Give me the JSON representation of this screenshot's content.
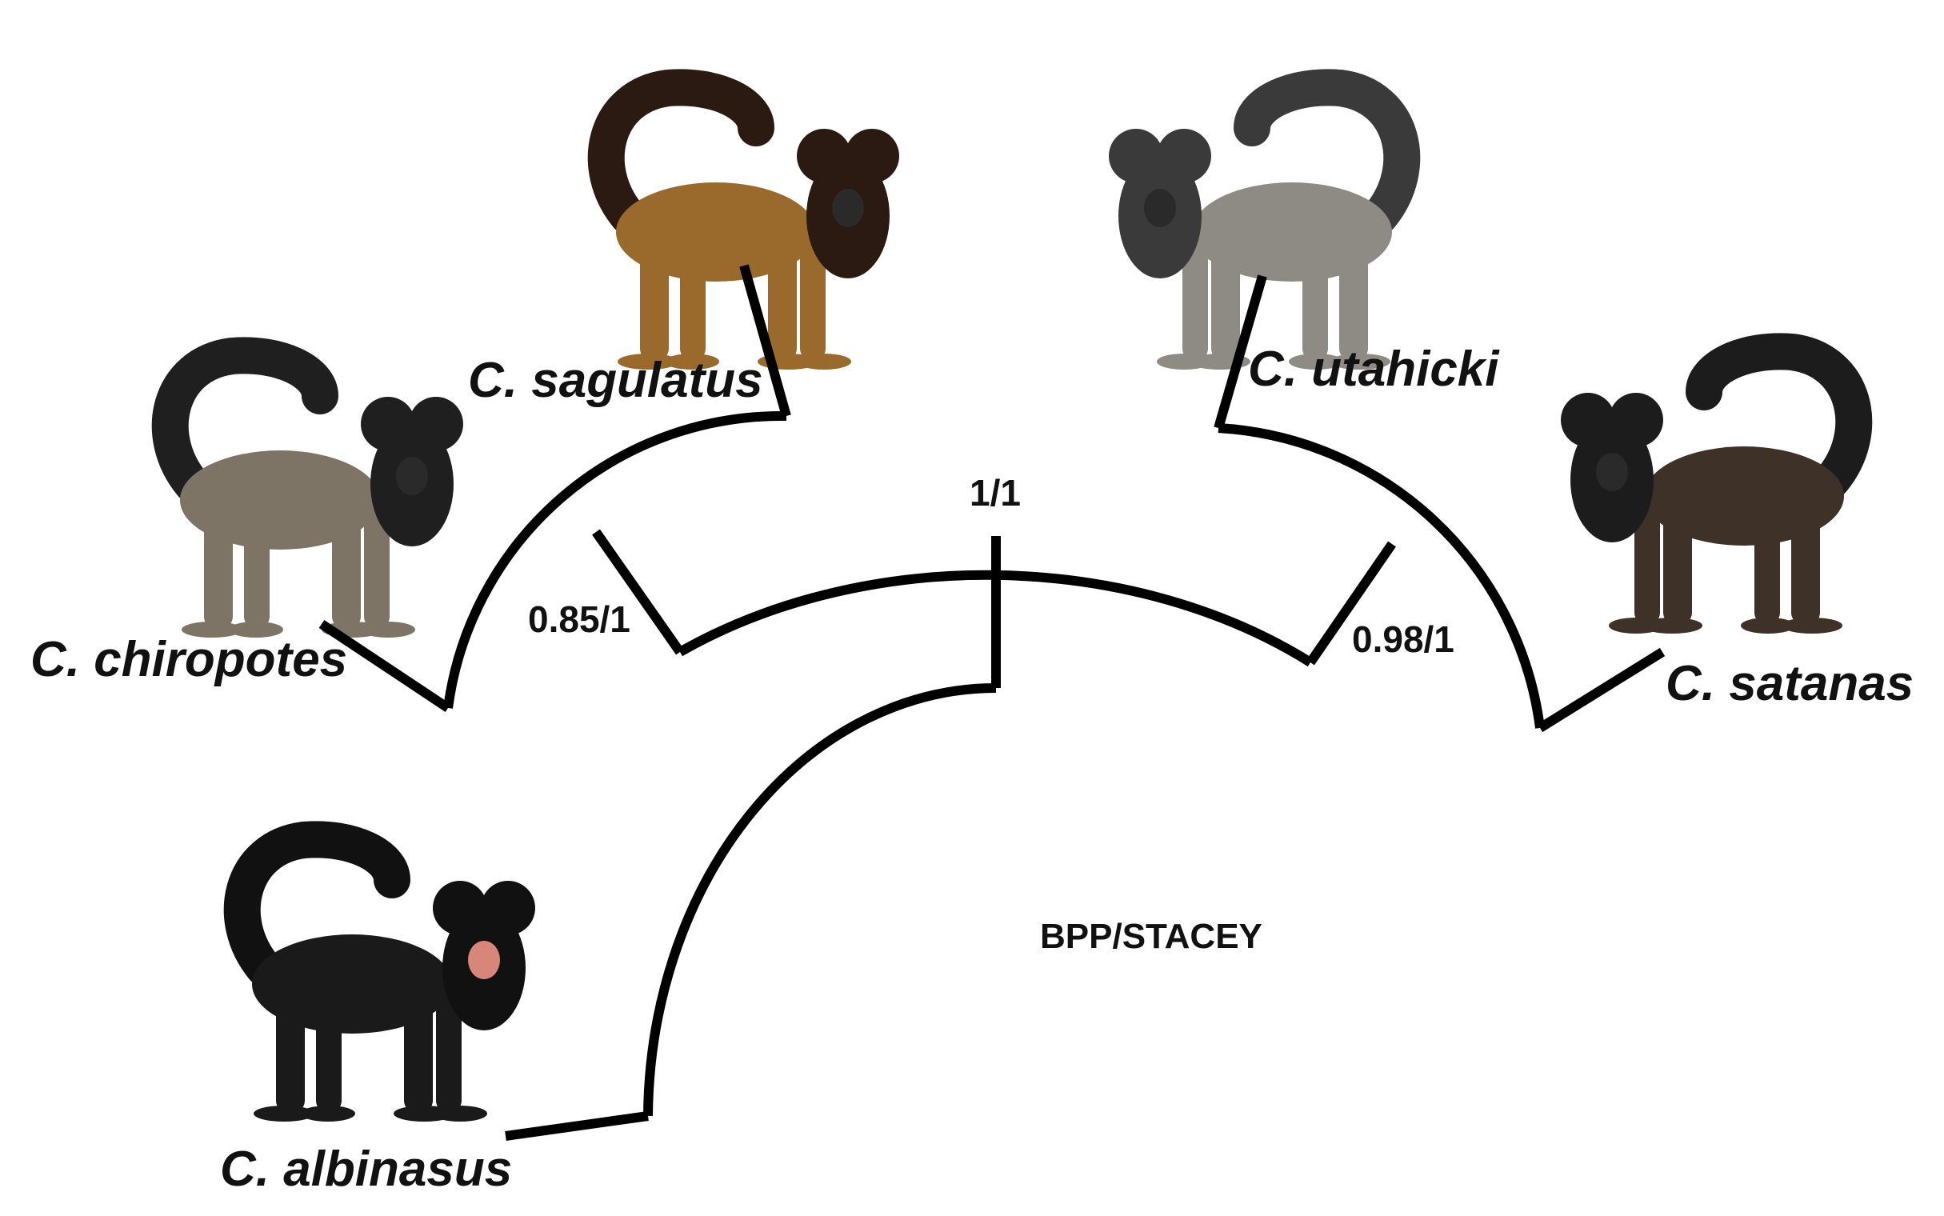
{
  "diagram": {
    "method_label": "BPP/STACEY",
    "taxa": {
      "sagulatus": "C. sagulatus",
      "utahicki": "C. utahicki",
      "chiropotes": "C. chiropotes",
      "satanas": "C. satanas",
      "albinasus": "C. albinasus"
    },
    "supports": {
      "root": "1/1",
      "left_clade": "0.85/1",
      "right_clade": "0.98/1"
    },
    "illustrations": {
      "sagulatus": {
        "icon": "saki-monkey-illustration",
        "coat": "#9a6a2c",
        "head": "#2b1a12"
      },
      "utahicki": {
        "icon": "saki-monkey-illustration",
        "coat": "#8e8a84",
        "head": "#3a3a3a"
      },
      "chiropotes": {
        "icon": "saki-monkey-illustration",
        "coat": "#7d7466",
        "head": "#1f1f1f"
      },
      "satanas": {
        "icon": "saki-monkey-illustration",
        "coat": "#3d3128",
        "head": "#1c1c1c"
      },
      "albinasus": {
        "icon": "saki-monkey-illustration",
        "coat": "#1a1a1a",
        "head": "#111111",
        "nose": "#d9867a"
      }
    }
  }
}
